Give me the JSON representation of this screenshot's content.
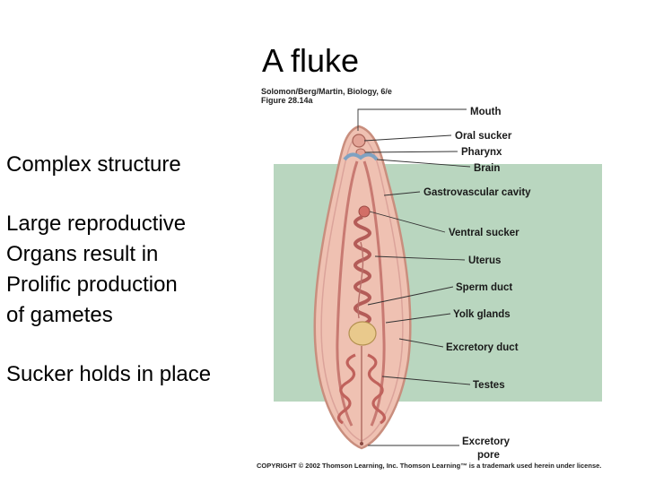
{
  "slide": {
    "title": "A fluke",
    "bullets": [
      "Complex structure",
      "Large reproductive\nOrgans result in\nProlific production\nof gametes",
      "Sucker holds in place"
    ]
  },
  "figure": {
    "credit_line1": "Solomon/Berg/Martin, Biology, 6/e",
    "credit_line2": "Figure 28.14a",
    "copyright": "COPYRIGHT © 2002 Thomson Learning, Inc. Thomson Learning™ is a trademark used herein under license.",
    "labels": {
      "mouth": "Mouth",
      "oral_sucker": "Oral sucker",
      "pharynx": "Pharynx",
      "brain": "Brain",
      "gastrovascular_cavity": "Gastrovascular cavity",
      "ventral_sucker": "Ventral sucker",
      "uterus": "Uterus",
      "sperm_duct": "Sperm duct",
      "yolk_glands": "Yolk glands",
      "excretory_duct": "Excretory duct",
      "testes": "Testes",
      "excretory_pore_line1": "Excretory",
      "excretory_pore_line2": "pore"
    },
    "colors": {
      "background_panel": "#b9d6bf",
      "body_fill": "#efc1b2",
      "body_edge": "#c98e7e",
      "organ": "#c87a72",
      "yolk": "#e9c98c",
      "pharynx": "#7fa2c2"
    }
  }
}
